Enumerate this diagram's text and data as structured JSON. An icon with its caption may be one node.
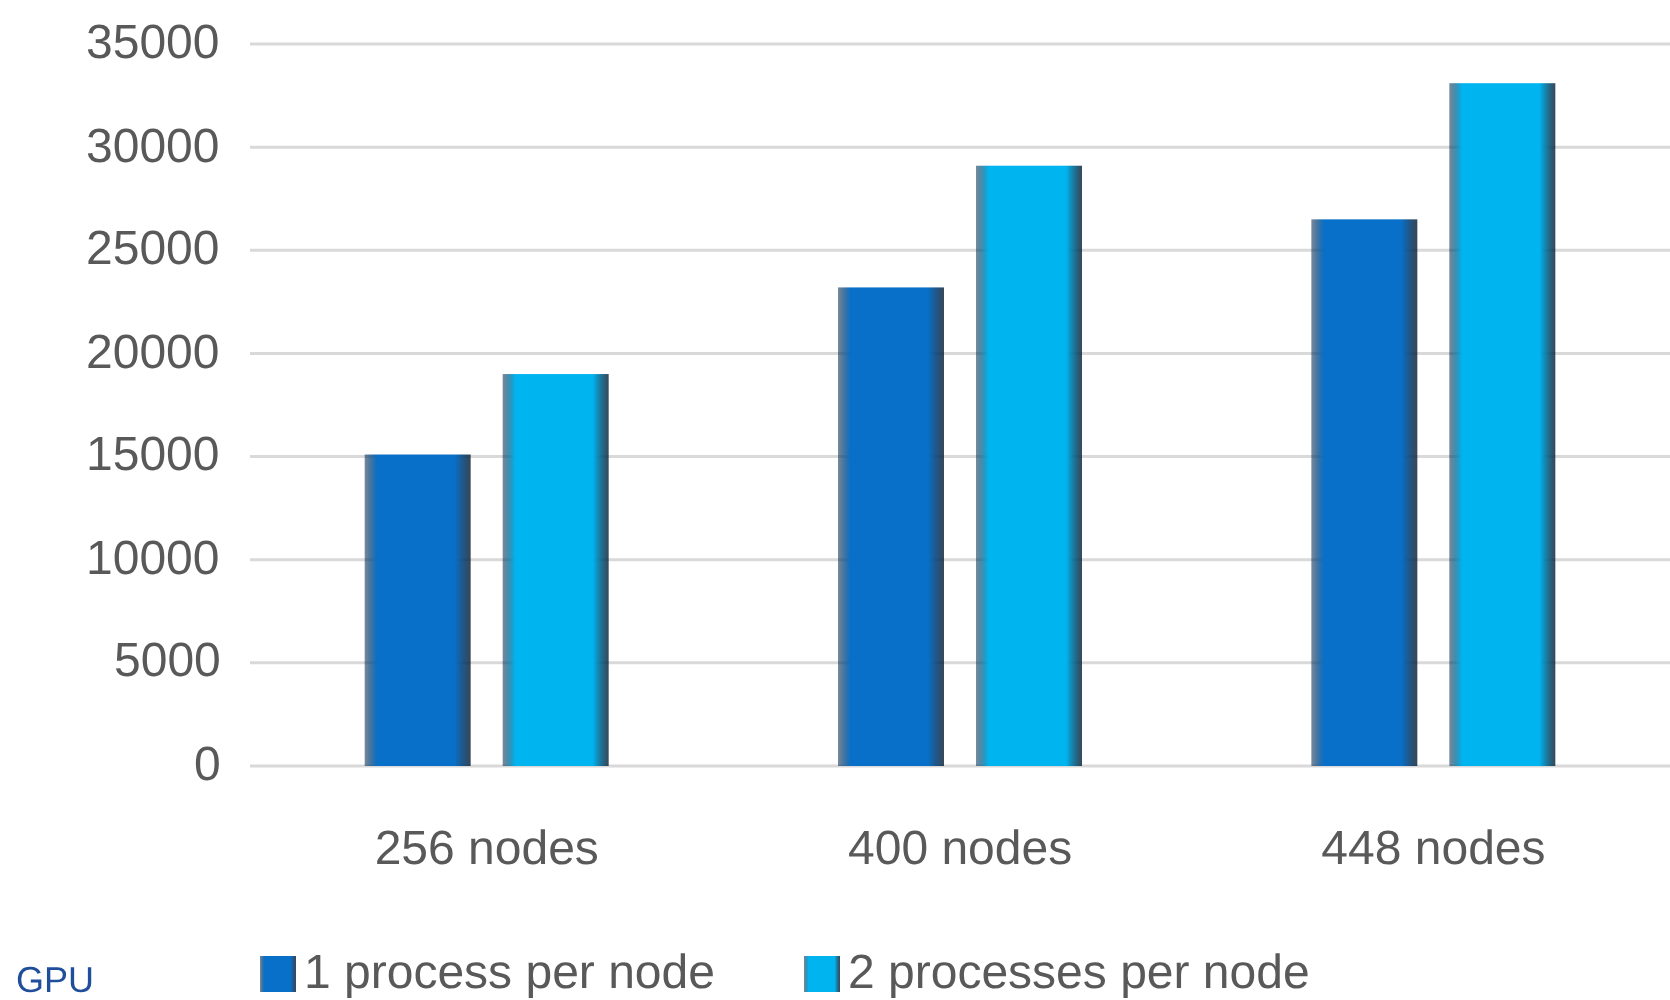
{
  "diagram": {
    "labels": [
      "GPU"
    ],
    "chart_data": {
      "type": "bar",
      "categories": [
        "256 nodes",
        "400 nodes",
        "448 nodes"
      ],
      "series": [
        {
          "name": "1 process per node",
          "color": "#0870c8",
          "values": [
            15100,
            23200,
            26500
          ]
        },
        {
          "name": "2 processes per node",
          "color": "#00b4f0",
          "values": [
            19000,
            29100,
            33100
          ]
        }
      ],
      "grid": true,
      "legend": "bottom",
      "ylim": [
        0,
        35000
      ],
      "yticks": [
        0,
        5000,
        10000,
        15000,
        20000,
        25000,
        30000,
        35000
      ]
    }
  }
}
